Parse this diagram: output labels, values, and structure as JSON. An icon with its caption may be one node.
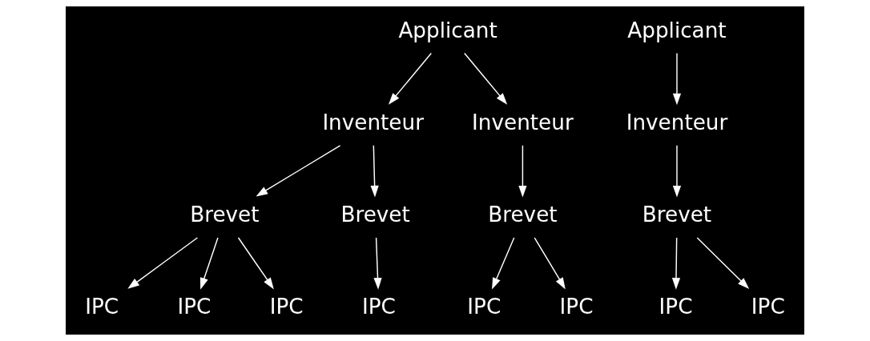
{
  "diagram": {
    "nodes": [
      {
        "text": [
          "Applicant"
        ]
      },
      {
        "text": [
          "Applicant"
        ]
      },
      {
        "text": [
          "Inventeur"
        ]
      },
      {
        "text": [
          "Inventeur"
        ]
      },
      {
        "text": [
          "Inventeur"
        ]
      },
      {
        "text": [
          "Brevet"
        ]
      },
      {
        "text": [
          "Brevet"
        ]
      },
      {
        "text": [
          "Brevet"
        ]
      },
      {
        "text": [
          "Brevet"
        ]
      },
      {
        "text": [
          "IPC"
        ]
      },
      {
        "text": [
          "IPC"
        ]
      },
      {
        "text": [
          "IPC"
        ]
      },
      {
        "text": [
          "IPC"
        ]
      },
      {
        "text": [
          "IPC"
        ]
      },
      {
        "text": [
          "IPC"
        ]
      },
      {
        "text": [
          "IPC"
        ]
      },
      {
        "text": [
          "IPC"
        ]
      }
    ],
    "edges": [
      {
        "from": 0,
        "to": 2,
        "arrow": "to"
      },
      {
        "from": 0,
        "to": 3,
        "arrow": "to"
      },
      {
        "from": 1,
        "to": 4,
        "arrow": "to"
      },
      {
        "from": 2,
        "to": 5,
        "arrow": "to"
      },
      {
        "from": 2,
        "to": 6,
        "arrow": "to"
      },
      {
        "from": 3,
        "to": 7,
        "arrow": "to"
      },
      {
        "from": 4,
        "to": 8,
        "arrow": "to"
      },
      {
        "from": 5,
        "to": 9,
        "arrow": "to"
      },
      {
        "from": 5,
        "to": 10,
        "arrow": "to"
      },
      {
        "from": 5,
        "to": 11,
        "arrow": "to"
      },
      {
        "from": 6,
        "to": 12,
        "arrow": "to"
      },
      {
        "from": 7,
        "to": 13,
        "arrow": "to"
      },
      {
        "from": 7,
        "to": 14,
        "arrow": "to"
      },
      {
        "from": 8,
        "to": 15,
        "arrow": "to"
      },
      {
        "from": 8,
        "to": 16,
        "arrow": "to"
      }
    ]
  }
}
